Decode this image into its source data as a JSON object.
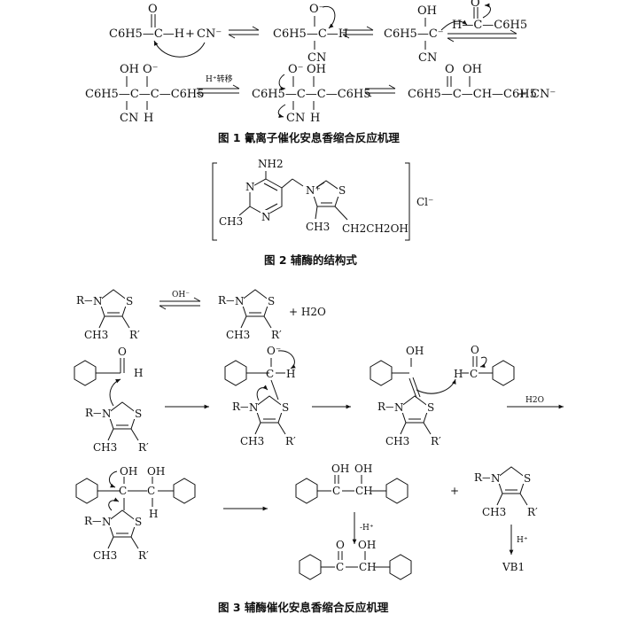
{
  "figure1": {
    "caption": "图 1 氰离子催化安息香缩合反应机理",
    "row1": {
      "benzaldehyde": "C6H5—C—H",
      "cyanide": "CN⁻",
      "plus": "+",
      "alkoxide": "C6H5—C—H",
      "carbanion": "C6H5—C⁻",
      "attacked_aldehyde": "H—C—C6H5",
      "O": "O",
      "Ominus": "O⁻",
      "OH": "OH",
      "CN": "CN"
    },
    "row2": {
      "adduct_left": "C6H5—C—C—C6H5",
      "transfer_label": "H⁺转移",
      "adduct_right": "C6H5—C—C—C6H5",
      "product": "C6H5—C—CH—C6H5",
      "plus_cn": "+ CN⁻",
      "OH": "OH",
      "Ominus": "O⁻",
      "O": "O",
      "CN": "CN",
      "H": "H"
    }
  },
  "figure2": {
    "caption": "图 2 辅酶的结构式",
    "NH2": "NH2",
    "N": "N",
    "Nplus": "N⁺",
    "S": "S",
    "CH3_left": "CH3",
    "CH3_ring": "CH3",
    "side_chain": "CH2CH2OH",
    "counterion": "Cl⁻"
  },
  "figure3": {
    "caption": "图 3 辅酶催化安息香缩合反应机理",
    "R": "R—",
    "Nplus": "N",
    "S": "S",
    "CH3": "CH3",
    "Rprime": "R′",
    "OHminus": "OH⁻",
    "water_plus": "+ H2O",
    "H2O_label": "H2O",
    "O": "O",
    "Ominus": "O⁻",
    "OH": "OH",
    "H": "H",
    "C": "C",
    "CH": "CH",
    "minus_H": "-H⁺",
    "H_plus": "H⁺",
    "VB1": "VB1",
    "plus": "+"
  }
}
